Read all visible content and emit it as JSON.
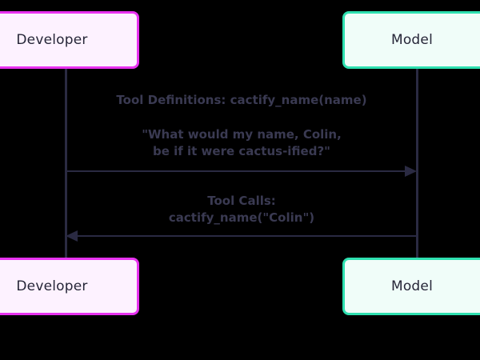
{
  "diagram": {
    "type": "sequence-diagram",
    "background_color": "#000000",
    "text_color": "#3a3a52",
    "lifeline_color": "#2a2a42",
    "participants": [
      {
        "id": "developer",
        "label": "Developer",
        "border_color": "#e832f0",
        "fill_color": "#fdf2ff"
      },
      {
        "id": "model",
        "label": "Model",
        "border_color": "#2ee0b0",
        "fill_color": "#f0fdf9"
      }
    ],
    "messages": [
      {
        "id": "tool-definitions",
        "from": "developer",
        "to": "model",
        "direction": "forward",
        "arrow": "solid-filled",
        "label": "Tool Definitions: cactify_name(name)"
      },
      {
        "id": "user-query",
        "from": "developer",
        "to": "model",
        "direction": "forward",
        "arrow": "solid-filled",
        "label": "\"What would my name, Colin,\nbe if it were cactus-ified?\""
      },
      {
        "id": "tool-calls",
        "from": "model",
        "to": "developer",
        "direction": "back",
        "arrow": "solid-filled",
        "label": "Tool Calls:\ncactify_name(\"Colin\")"
      }
    ]
  }
}
